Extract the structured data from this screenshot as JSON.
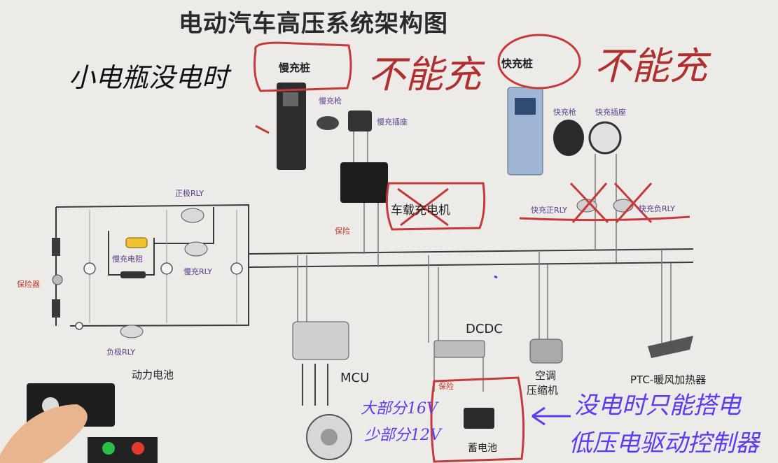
{
  "title": "电动汽车高压系统架构图",
  "charging": {
    "slow_pile": "慢充桩",
    "fast_pile": "快充桩",
    "slow_gun": "慢充枪",
    "slow_socket": "慢充插座",
    "fast_gun": "快充枪",
    "fast_socket": "快充插座",
    "fast_pos_rly": "快充正RLY",
    "fast_neg_rly": "快充负RLY"
  },
  "battery_pack": {
    "pos_rly": "正极RLY",
    "precharge_res": "慢充电阻",
    "precharge_rly": "慢充RLY",
    "neg_rly": "负极RLY",
    "fuse_label": "保险器",
    "name": "动力电池"
  },
  "components": {
    "obc": "车载充电机",
    "fuse": "保险",
    "mcu": "MCU",
    "dcdc": "DCDC",
    "ac_line1": "空调",
    "ac_line2": "压缩机",
    "ptc": "PTC-暖风加热器",
    "aux_fuse": "保险",
    "aux_battery": "蓄电池"
  },
  "annotations": {
    "small_battery_dead": "小电瓶没电时",
    "cannot_charge_1": "不能充",
    "cannot_charge_2": "不能充",
    "mostly_16v": "大部分16V",
    "few_12v": "少部分12V",
    "jump_line1": "没电时只能搭电",
    "jump_line2": "低压电驱动控制器"
  },
  "colors": {
    "background": "#ecebe8",
    "wire": "#3a3a3a",
    "label_purple": "#5a3a8a",
    "label_red": "#c0392b",
    "ink_red": "#c43a3a",
    "ink_blue": "#5b3df0"
  }
}
